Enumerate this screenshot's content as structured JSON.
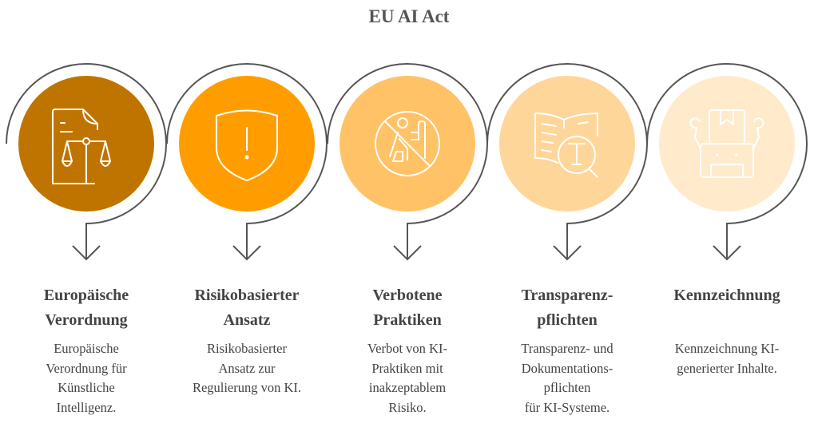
{
  "title": "EU AI Act",
  "steps": [
    {
      "color": "#C07400",
      "icon": "document-scales-icon",
      "heading": [
        "Europäische",
        "Verordnung"
      ],
      "text": [
        "Europäische",
        "Verordnung für",
        "Künstliche",
        "Intelligenz."
      ]
    },
    {
      "color": "#FF9D00",
      "icon": "shield-warning-icon",
      "heading": [
        "Risikobasierter",
        "Ansatz"
      ],
      "text": [
        "Risikobasierter",
        "Ansatz zur",
        "Regulierung von KI."
      ]
    },
    {
      "color": "#FFC266",
      "icon": "prohibited-person-icon",
      "heading": [
        "Verbotene",
        "Praktiken"
      ],
      "text": [
        "Verbot von KI-",
        "Praktiken mit",
        "inakzeptablem",
        "Risiko."
      ]
    },
    {
      "color": "#FFD699",
      "icon": "book-magnifier-icon",
      "heading": [
        "Transparenz-",
        "pflichten"
      ],
      "text": [
        "Transparenz- und",
        "Dokumentations-",
        "pflichten",
        "für KI-Systeme."
      ]
    },
    {
      "color": "#FFEBCC",
      "icon": "robot-package-icon",
      "heading": [
        "Kennzeichnung"
      ],
      "text": [
        "Kennzeichnung KI-",
        "generierter Inhalte."
      ]
    }
  ],
  "line_color": "#555555"
}
